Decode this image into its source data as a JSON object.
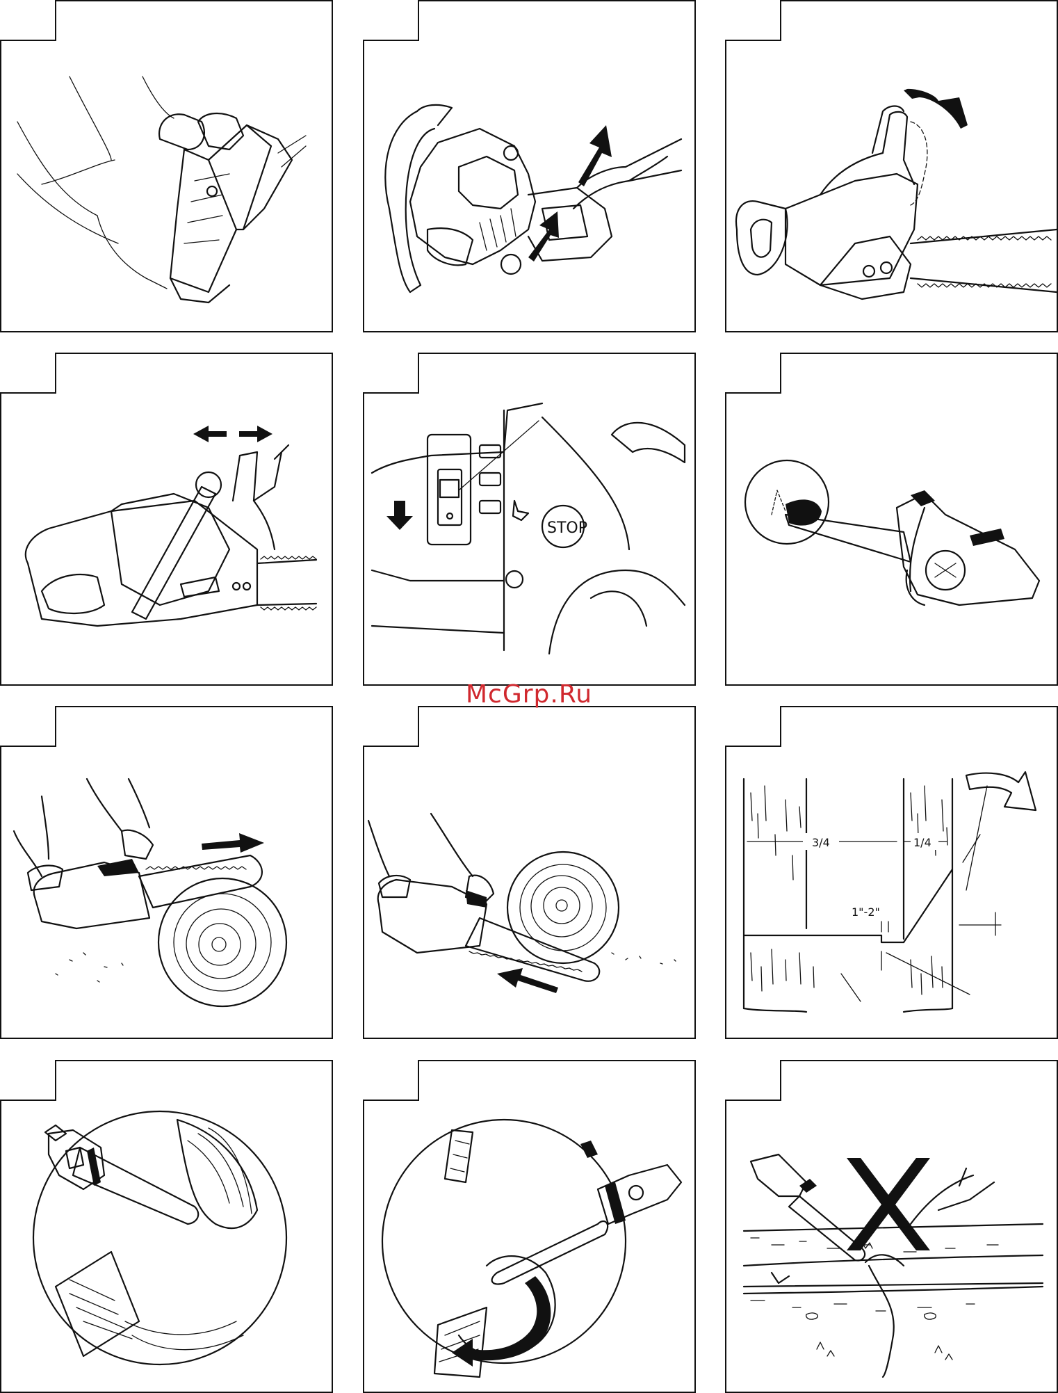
{
  "watermark": {
    "text": "McGrp.Ru",
    "color": "#d0282e"
  },
  "panels": [
    {
      "id": "p1",
      "illustration": "hands-gripping-chainsaw-handles"
    },
    {
      "id": "p2",
      "illustration": "trigger-lockout-arrows"
    },
    {
      "id": "p3",
      "illustration": "chain-brake-lever-pulled-back"
    },
    {
      "id": "p4",
      "illustration": "chain-brake-lever-double-arrow"
    },
    {
      "id": "p5",
      "illustration": "stop-switch",
      "stop_label": "STOP"
    },
    {
      "id": "p6",
      "illustration": "kickback-zone-bar-tip"
    },
    {
      "id": "p7",
      "illustration": "cutting-log-pull-chain"
    },
    {
      "id": "p8",
      "illustration": "cutting-log-push-chain"
    },
    {
      "id": "p9",
      "illustration": "felling-notch",
      "frac_left": "3/4",
      "frac_right": "1/4",
      "hinge": "1\"-2\""
    },
    {
      "id": "p10",
      "illustration": "kickback-rotational-arc"
    },
    {
      "id": "p11",
      "illustration": "kickback-arrow-arc"
    },
    {
      "id": "p12",
      "illustration": "do-not-cut-with-bar-tip",
      "mark": "X"
    }
  ]
}
